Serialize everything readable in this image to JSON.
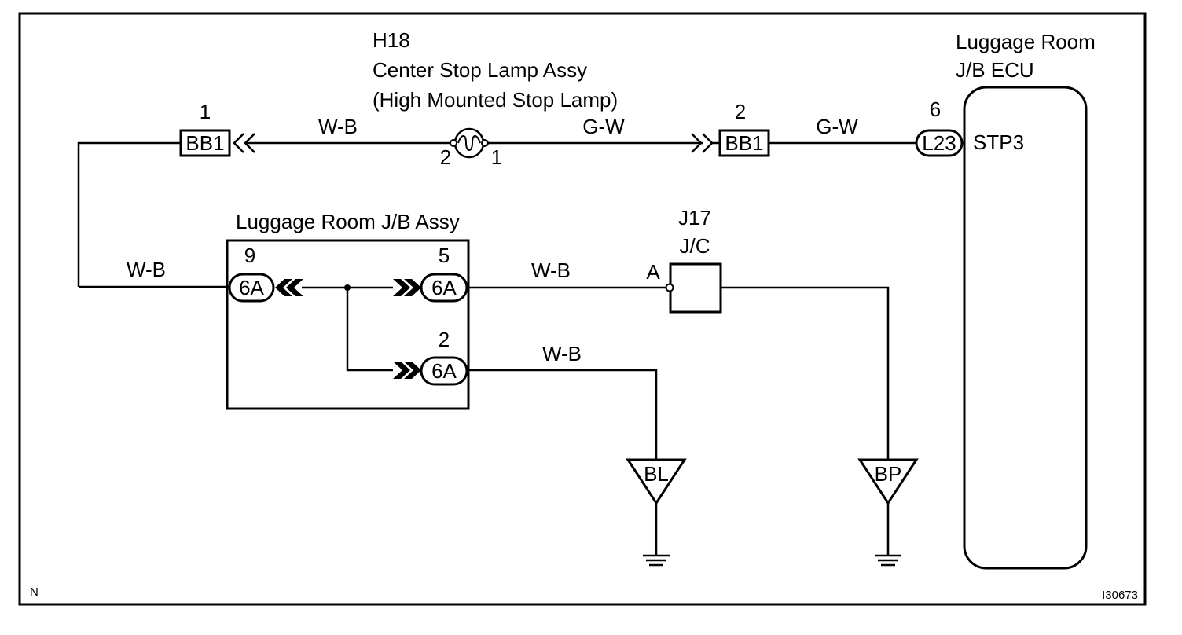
{
  "frame": {
    "corner_left": "N",
    "corner_right": "I30673"
  },
  "lamp": {
    "code": "H18",
    "name": "Center Stop Lamp Assy",
    "subname": "(High Mounted Stop Lamp)",
    "pin_left": "2",
    "pin_right": "1"
  },
  "connector_bb1_left": {
    "pin": "1",
    "label": "BB1"
  },
  "connector_bb1_right": {
    "pin": "2",
    "label": "BB1"
  },
  "ecu": {
    "title_line1": "Luggage Room",
    "title_line2": "J/B ECU",
    "pin": "6",
    "connector": "L23",
    "terminal": "STP3"
  },
  "jb_assy": {
    "title": "Luggage Room J/B Assy",
    "conn_left": {
      "pin": "9",
      "label": "6A"
    },
    "conn_right_top": {
      "pin": "5",
      "label": "6A"
    },
    "conn_right_bottom": {
      "pin": "2",
      "label": "6A"
    }
  },
  "jc": {
    "code": "J17",
    "name": "J/C",
    "terminal": "A"
  },
  "grounds": {
    "left": "BL",
    "right": "BP"
  },
  "wires": {
    "top_left": "W-B",
    "top_right": "G-W",
    "ecu_side": "G-W",
    "left_vertical": "W-B",
    "mid": "W-B",
    "bottom": "W-B"
  }
}
